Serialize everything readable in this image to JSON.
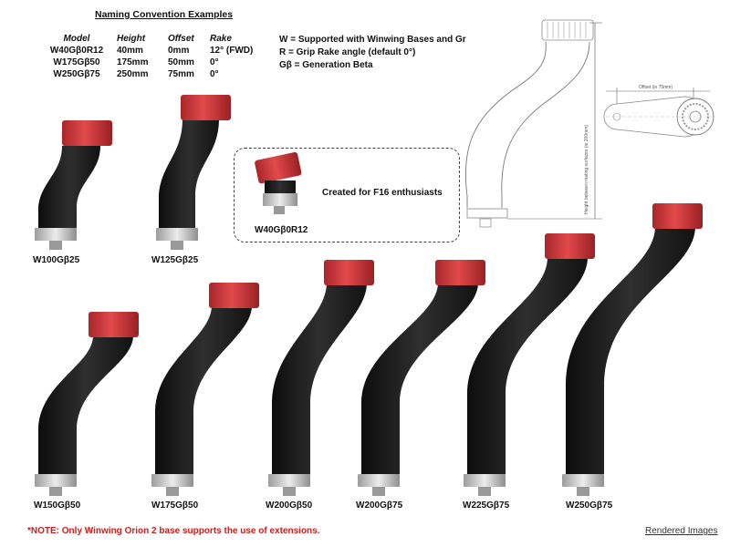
{
  "naming": {
    "title": "Naming Convention Examples",
    "headers": [
      "Model",
      "Height",
      "Offset",
      "Rake"
    ],
    "rows": [
      [
        "W40Gβ0R12",
        "40mm",
        "0mm",
        "12° (FWD)"
      ],
      [
        "W175Gβ50",
        "175mm",
        "50mm",
        "0°"
      ],
      [
        "W250Gβ75",
        "250mm",
        "75mm",
        "0°"
      ]
    ]
  },
  "legend": [
    "W = Supported with Winwing Bases and Gr",
    "R = Grip Rake angle (default 0°)",
    "Gβ = Generation Beta"
  ],
  "callout": {
    "model": "W40Gβ0R12",
    "text": "Created for F16 enthusiasts"
  },
  "diagram": {
    "height_label": "Height between mating surfaces (ie 200mm)",
    "offset_label": "Offset (ie 75mm)"
  },
  "extensions": [
    {
      "model": "W100Gβ25",
      "accent": "#d23a3a"
    },
    {
      "model": "W125Gβ25",
      "accent": "#d23a3a"
    },
    {
      "model": "W150Gβ50",
      "accent": "#d23a3a"
    },
    {
      "model": "W175Gβ50",
      "accent": "#d23a3a"
    },
    {
      "model": "W200Gβ50",
      "accent": "#d23a3a"
    },
    {
      "model": "W200Gβ75",
      "accent": "#d23a3a"
    },
    {
      "model": "W225Gβ75",
      "accent": "#d23a3a"
    },
    {
      "model": "W250Gβ75",
      "accent": "#d23a3a"
    }
  ],
  "note": "*NOTE:  Only Winwing Orion 2 base supports the use of extensions.",
  "footer_link": "Rendered Images",
  "colors": {
    "cap_red": "#d23a3a",
    "body_black": "#1c1c1c",
    "base_silver": "#c9c9c9",
    "note_red": "#c8201f"
  }
}
